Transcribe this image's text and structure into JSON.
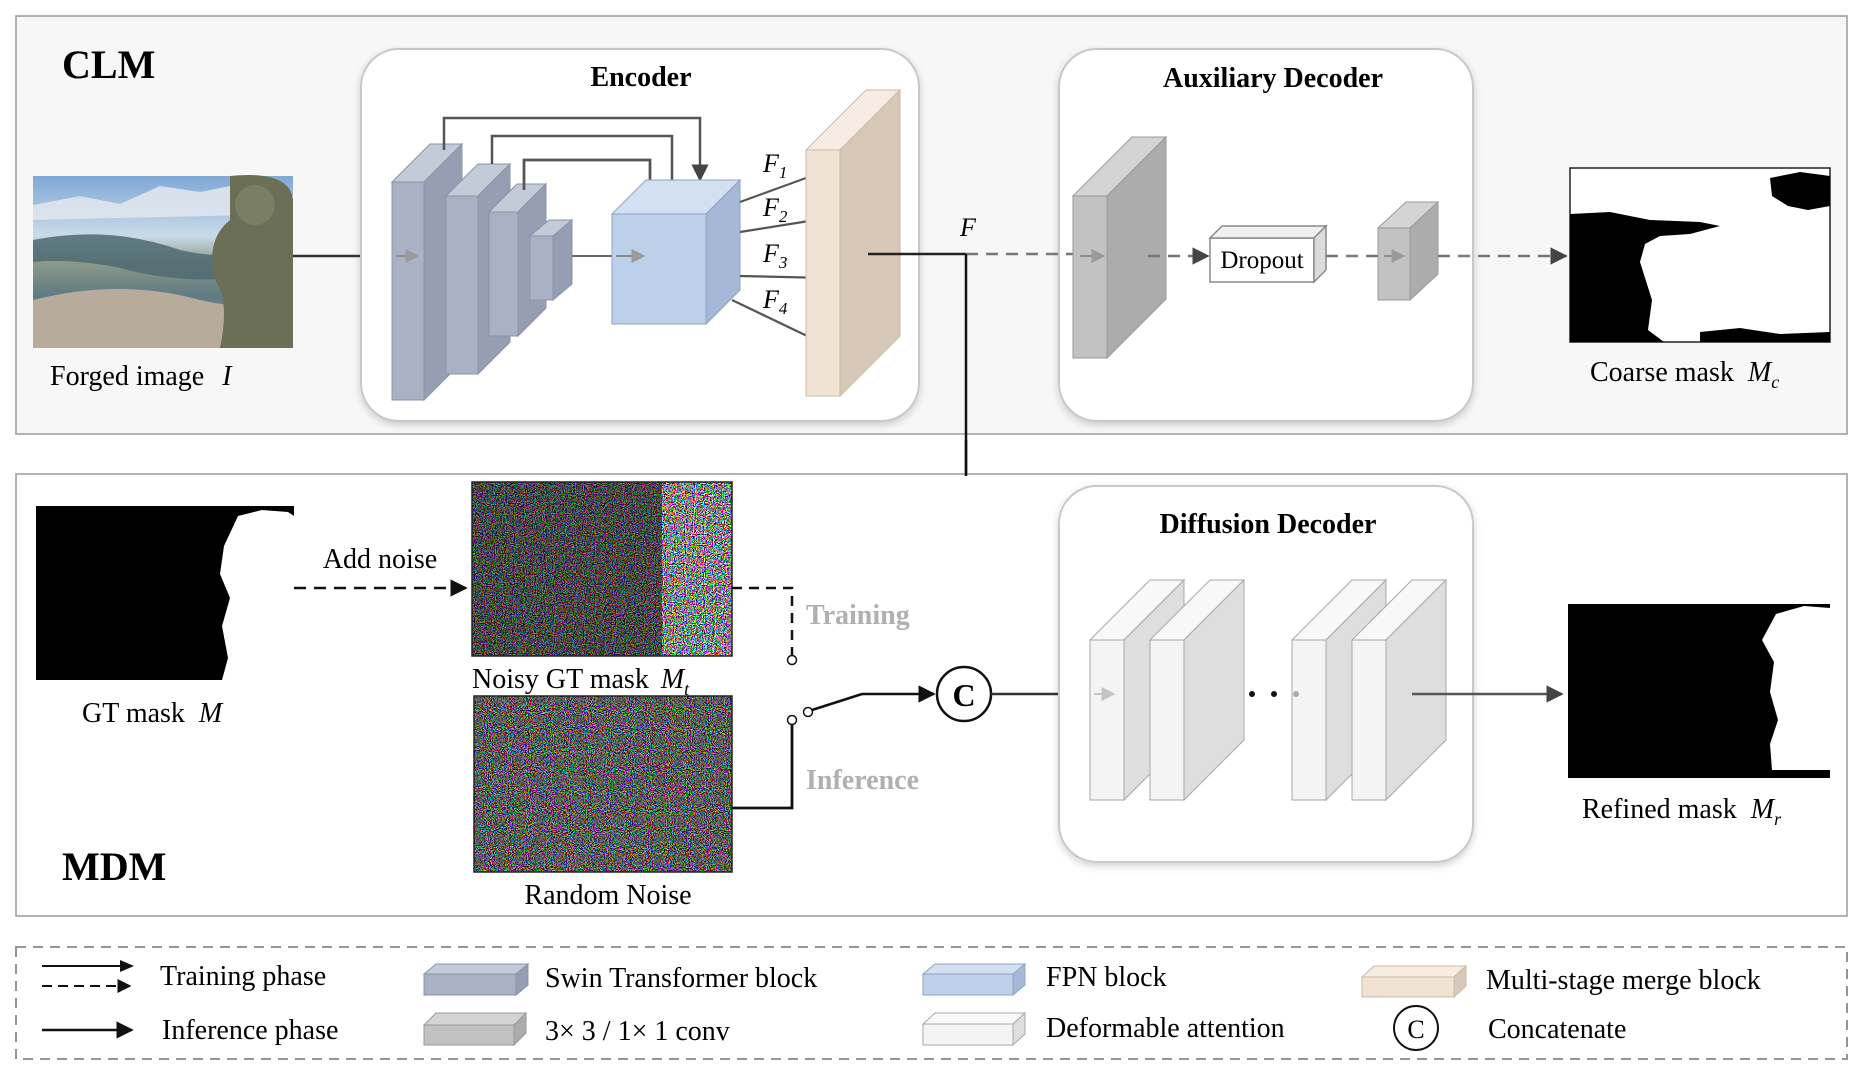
{
  "clm": {
    "title": "CLM",
    "forged_image_label": "Forged image",
    "forged_image_symbol": "I",
    "encoder_title": "Encoder",
    "feature_labels": [
      "F",
      "F",
      "F",
      "F"
    ],
    "feature_subscripts": [
      "1",
      "2",
      "3",
      "4"
    ],
    "fused_feature_label": "F",
    "aux_decoder_title": "Auxiliary Decoder",
    "dropout_label": "Dropout",
    "coarse_mask_label": "Coarse mask",
    "coarse_mask_symbol": "M",
    "coarse_mask_subscript": "c"
  },
  "mdm": {
    "title": "MDM",
    "gt_mask_label": "GT mask",
    "gt_mask_symbol": "M",
    "add_noise_label": "Add noise",
    "noisy_mask_label": "Noisy GT mask",
    "noisy_mask_symbol": "M",
    "noisy_mask_subscript": "t",
    "random_noise_label": "Random Noise",
    "training_switch_label": "Training",
    "inference_switch_label": "Inference",
    "concat_symbol": "C",
    "diffusion_decoder_title": "Diffusion Decoder",
    "refined_mask_label": "Refined mask",
    "refined_mask_symbol": "M",
    "refined_mask_subscript": "r"
  },
  "legend": {
    "training_phase": "Training phase",
    "inference_phase": "Inference phase",
    "swin_block": "Swin Transformer block",
    "conv_block": "3× 3 / 1× 1 conv",
    "fpn_block": "FPN block",
    "deformable_attention": "Deformable attention",
    "merge_block": "Multi-stage merge block",
    "concat_symbol": "C",
    "concatenate": "Concatenate"
  },
  "colors": {
    "swin": "#a9b2c5",
    "fpn": "#bdd0ea",
    "merge": "#ecdccd",
    "conv": "#c2c2c2",
    "deformable": "#efefef",
    "dashed_arrow": "#6e6e6e",
    "switch_label": "#b0b0b0"
  }
}
